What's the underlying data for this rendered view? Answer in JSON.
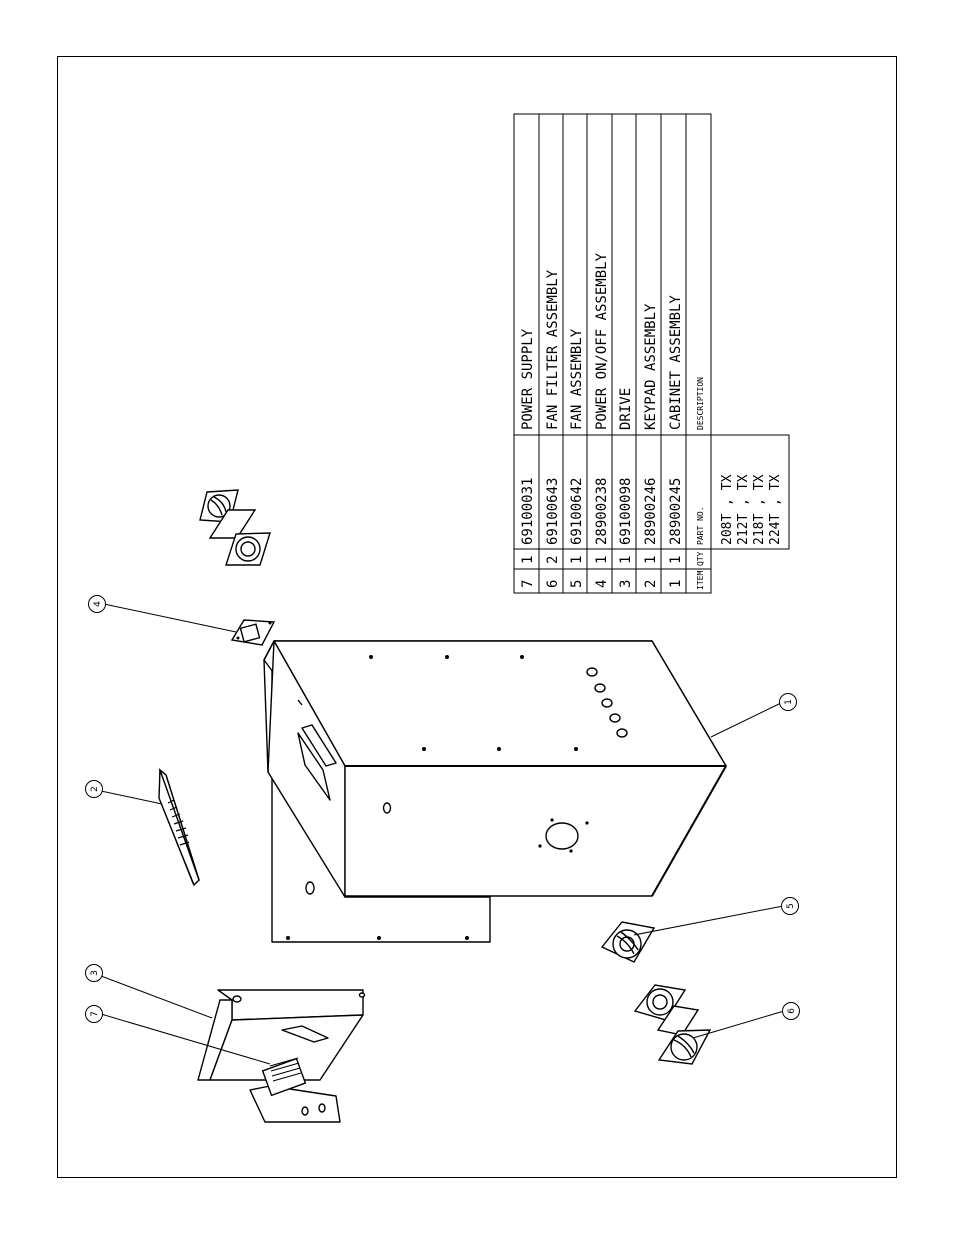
{
  "parts_table": {
    "header": {
      "item": "ITEM",
      "qty": "QTY.",
      "part_no": "PART NO.",
      "description": "DESCRIPTION"
    },
    "rows": [
      {
        "item": "7",
        "qty": "1",
        "part_no": "69100031",
        "description": "POWER SUPPLY"
      },
      {
        "item": "6",
        "qty": "2",
        "part_no": "69100643",
        "description": "FAN FILTER ASSEMBLY"
      },
      {
        "item": "5",
        "qty": "1",
        "part_no": "69100642",
        "description": "FAN ASSEMBLY"
      },
      {
        "item": "4",
        "qty": "1",
        "part_no": "28900238",
        "description": "POWER ON/OFF ASSEMBLY"
      },
      {
        "item": "3",
        "qty": "1",
        "part_no": "69100098",
        "description": "DRIVE"
      },
      {
        "item": "2",
        "qty": "1",
        "part_no": "28900246",
        "description": "KEYPAD ASSEMBLY"
      },
      {
        "item": "1",
        "qty": "1",
        "part_no": "28900245",
        "description": "CABINET ASSEMBLY"
      }
    ],
    "models": [
      "208T , TX",
      "212T , TX",
      "218T , TX",
      "224T , TX"
    ]
  },
  "callouts": [
    "1",
    "2",
    "3",
    "4",
    "5",
    "6",
    "7"
  ]
}
